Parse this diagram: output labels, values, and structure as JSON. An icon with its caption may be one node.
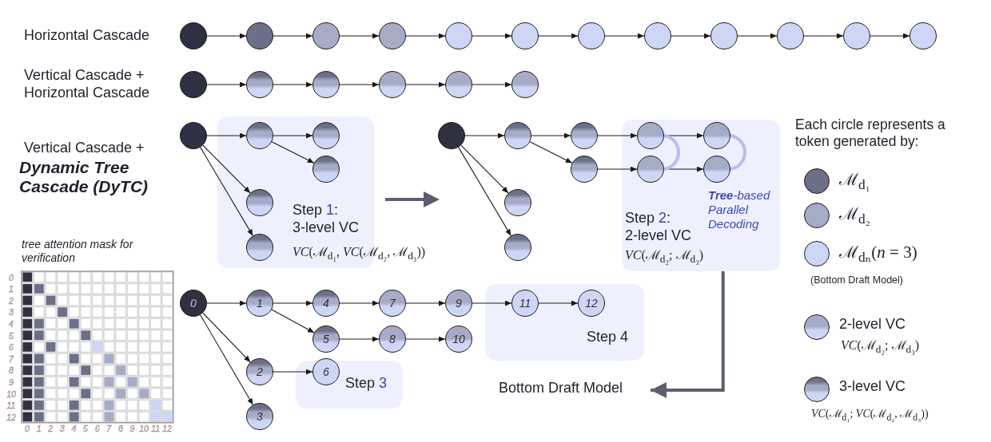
{
  "diagram": {
    "nodes": [
      {
        "text": [],
        "shape": "circle"
      },
      {
        "text": [],
        "shape": "circle"
      },
      {
        "text": [],
        "shape": "circle"
      },
      {
        "text": [],
        "shape": "circle"
      },
      {
        "text": [],
        "shape": "circle"
      },
      {
        "text": [],
        "shape": "circle"
      },
      {
        "text": [],
        "shape": "circle"
      },
      {
        "text": [],
        "shape": "circle"
      },
      {
        "text": [],
        "shape": "circle"
      },
      {
        "text": [],
        "shape": "circle"
      },
      {
        "text": [],
        "shape": "circle"
      },
      {
        "text": [],
        "shape": "circle"
      },
      {
        "text": [],
        "shape": "circle"
      },
      {
        "text": [],
        "shape": "circle"
      },
      {
        "text": [],
        "shape": "circle"
      },
      {
        "text": [],
        "shape": "circle"
      },
      {
        "text": [],
        "shape": "circle"
      },
      {
        "text": [],
        "shape": "circle"
      },
      {
        "text": [],
        "shape": "circle"
      },
      {
        "text": [
          "Step **1**: 3-level VC",
          "*VC*(ℳ$_{d₁}$, *VC*(ℳ$_{d₂}$, ℳ$_{d₃}$))"
        ]
      },
      {
        "text": [],
        "shape": "circle",
        "in": 19
      },
      {
        "text": [],
        "shape": "circle",
        "in": 19
      },
      {
        "text": [],
        "shape": "circle",
        "in": 19
      },
      {
        "text": [],
        "shape": "circle",
        "in": 19
      },
      {
        "text": [],
        "shape": "circle",
        "in": 19
      },
      {
        "text": [],
        "shape": "circle"
      },
      {
        "text": [],
        "shape": "circle"
      },
      {
        "text": [],
        "shape": "circle"
      },
      {
        "text": [],
        "shape": "circle"
      },
      {
        "text": [],
        "shape": "circle"
      },
      {
        "text": [],
        "shape": "circle"
      },
      {
        "text": [
          "Step **2**: 2-level VC",
          "*VC*(ℳ$_{d₂}$; ℳ$_{d₃}$)",
          "**Tree**-based Parallel Decoding"
        ]
      },
      {
        "text": [],
        "shape": "circle",
        "in": 31
      },
      {
        "text": [],
        "shape": "circle",
        "in": 31
      },
      {
        "text": [],
        "shape": "circle",
        "in": 31
      },
      {
        "text": [],
        "shape": "circle",
        "in": 31
      },
      {
        "text": [
          "Bottom Draft Model"
        ]
      },
      {
        "text": [
          "0"
        ]
      },
      {
        "text": [
          "1"
        ]
      },
      {
        "text": [
          "2"
        ]
      },
      {
        "text": [
          "3"
        ]
      },
      {
        "text": [
          "4"
        ]
      },
      {
        "text": [
          "5"
        ]
      },
      {
        "text": [
          "Step **3**"
        ]
      },
      {
        "text": [
          "6"
        ],
        "in": 43
      },
      {
        "text": [
          "7"
        ]
      },
      {
        "text": [
          "8"
        ]
      },
      {
        "text": [
          "9"
        ]
      },
      {
        "text": [
          "10"
        ]
      },
      {
        "text": [
          "Step 4"
        ]
      },
      {
        "text": [
          "11"
        ],
        "in": 49
      },
      {
        "text": [
          "12"
        ],
        "in": 49
      }
    ],
    "edges": [
      {
        "from": 0,
        "to": 1,
        "arrow": "to"
      },
      {
        "from": 1,
        "to": 2,
        "arrow": "to"
      },
      {
        "from": 2,
        "to": 3,
        "arrow": "to"
      },
      {
        "from": 3,
        "to": 4,
        "arrow": "to"
      },
      {
        "from": 4,
        "to": 5,
        "arrow": "to"
      },
      {
        "from": 5,
        "to": 6,
        "arrow": "to"
      },
      {
        "from": 6,
        "to": 7,
        "arrow": "to"
      },
      {
        "from": 7,
        "to": 8,
        "arrow": "to"
      },
      {
        "from": 8,
        "to": 9,
        "arrow": "to"
      },
      {
        "from": 9,
        "to": 10,
        "arrow": "to"
      },
      {
        "from": 10,
        "to": 11,
        "arrow": "to"
      },
      {
        "from": 12,
        "to": 13,
        "arrow": "to"
      },
      {
        "from": 13,
        "to": 14,
        "arrow": "to"
      },
      {
        "from": 14,
        "to": 15,
        "arrow": "to"
      },
      {
        "from": 15,
        "to": 16,
        "arrow": "to"
      },
      {
        "from": 16,
        "to": 17,
        "arrow": "to"
      },
      {
        "from": 18,
        "to": 20,
        "arrow": "to"
      },
      {
        "from": 20,
        "to": 21,
        "arrow": "to"
      },
      {
        "from": 20,
        "to": 22,
        "arrow": "to"
      },
      {
        "from": 18,
        "to": 23,
        "arrow": "to"
      },
      {
        "from": 18,
        "to": 24,
        "arrow": "to"
      },
      {
        "from": 25,
        "to": 26,
        "arrow": "to"
      },
      {
        "from": 26,
        "to": 27,
        "arrow": "to"
      },
      {
        "from": 26,
        "to": 28,
        "arrow": "to"
      },
      {
        "from": 25,
        "to": 29,
        "arrow": "to"
      },
      {
        "from": 25,
        "to": 30,
        "arrow": "to"
      },
      {
        "from": 27,
        "to": 32,
        "arrow": "to"
      },
      {
        "from": 32,
        "to": 33,
        "arrow": "to"
      },
      {
        "from": 28,
        "to": 34,
        "arrow": "to"
      },
      {
        "from": 34,
        "to": 35,
        "arrow": "to"
      },
      {
        "from": 32,
        "to": 34,
        "arrow": "none",
        "style": "thick",
        "color": "#b9bdea"
      },
      {
        "from": 33,
        "to": 35,
        "arrow": "none",
        "style": "thick",
        "color": "#b9bdea"
      },
      {
        "from": 31,
        "to": 36,
        "arrow": "to",
        "style": "thick",
        "color": "#5e5f6c"
      },
      {
        "from": 37,
        "to": 38,
        "arrow": "to"
      },
      {
        "from": 38,
        "to": 41,
        "arrow": "to"
      },
      {
        "from": 41,
        "to": 45,
        "arrow": "to"
      },
      {
        "from": 45,
        "to": 47,
        "arrow": "to"
      },
      {
        "from": 47,
        "to": 50,
        "arrow": "to"
      },
      {
        "from": 50,
        "to": 51,
        "arrow": "to"
      },
      {
        "from": 38,
        "to": 42,
        "arrow": "to"
      },
      {
        "from": 42,
        "to": 46,
        "arrow": "to"
      },
      {
        "from": 46,
        "to": 48,
        "arrow": "to"
      },
      {
        "from": 37,
        "to": 39,
        "arrow": "to"
      },
      {
        "from": 39,
        "to": 44,
        "arrow": "to"
      },
      {
        "from": 37,
        "to": 40,
        "arrow": "to"
      }
    ],
    "labels": [
      "Horizontal Cascade",
      "Vertical Cascade + Horizontal Cascade",
      "Vertical Cascade +",
      "Dynamic Tree Cascade (DyTC)",
      "tree attention mask for verification",
      "Each circle represents a token generated by:",
      "(Bottom Draft Model)",
      "*VC*(ℳ$_{d₂}$; ℳ$_{d₃}$)",
      "*VC*(ℳ$_{d₁}$; *VC*(ℳ$_{d₂}$, ℳ$_{d₃}$))",
      "0",
      "1",
      "2",
      "3",
      "4",
      "5",
      "6",
      "7",
      "8",
      "9",
      "10",
      "11",
      "12",
      "0",
      "1",
      "2",
      "3",
      "4",
      "5",
      "6",
      "7",
      "8",
      "9",
      "10",
      "11",
      "12"
    ],
    "legend": [
      {
        "text": "ℳ$_{d₁}$",
        "color": "#6b6f87"
      },
      {
        "text": "ℳ$_{d₂}$",
        "color": "#a6abc6"
      },
      {
        "text": "ℳ$_{dₙ}$(*n* = 3)",
        "color": "#cdd6f4"
      },
      {
        "text": "2-level VC"
      },
      {
        "text": "3-level VC"
      }
    ]
  }
}
